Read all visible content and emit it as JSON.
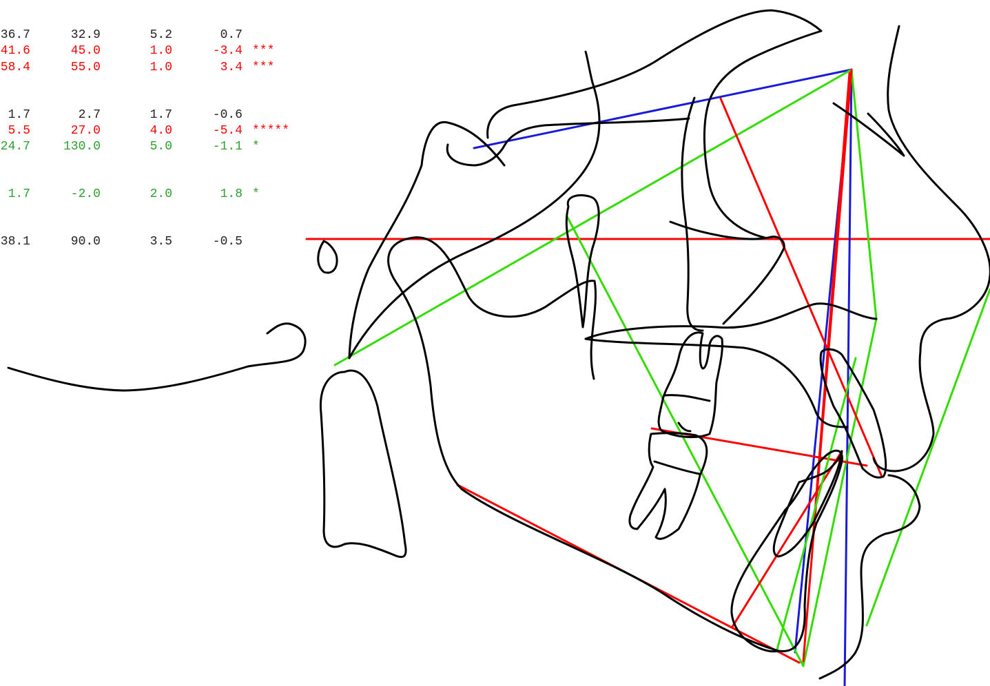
{
  "colors": {
    "black": "#000000",
    "red": "#ff0000",
    "green": "#2ca02c",
    "gray": "#222222",
    "trace_green": "#33dd00",
    "trace_blue": "#1a1adb"
  },
  "measurements": [
    {
      "id": "row-1",
      "status": "gray",
      "value": "36.7",
      "norm": "32.9",
      "sd": "5.2",
      "diff": "0.7",
      "flag": ""
    },
    {
      "id": "row-2",
      "status": "red",
      "value": "41.6",
      "norm": "45.0",
      "sd": "1.0",
      "diff": "-3.4",
      "flag": "***"
    },
    {
      "id": "row-3",
      "status": "red",
      "value": "58.4",
      "norm": "55.0",
      "sd": "1.0",
      "diff": "3.4",
      "flag": "***"
    },
    {
      "id": "row-4",
      "status": "gray",
      "value": "1.7",
      "norm": "2.7",
      "sd": "1.7",
      "diff": "-0.6",
      "flag": ""
    },
    {
      "id": "row-5",
      "status": "red",
      "value": "5.5",
      "norm": "27.0",
      "sd": "4.0",
      "diff": "-5.4",
      "flag": "*****"
    },
    {
      "id": "row-6",
      "status": "green",
      "value": "24.7",
      "norm": "130.0",
      "sd": "5.0",
      "diff": "-1.1",
      "flag": "*"
    },
    {
      "id": "row-7",
      "status": "green",
      "value": "1.7",
      "norm": "-2.0",
      "sd": "2.0",
      "diff": "1.8",
      "flag": "*"
    },
    {
      "id": "row-8",
      "status": "gray",
      "value": "38.1",
      "norm": "90.0",
      "sd": "3.5",
      "diff": "-0.5",
      "flag": ""
    }
  ]
}
